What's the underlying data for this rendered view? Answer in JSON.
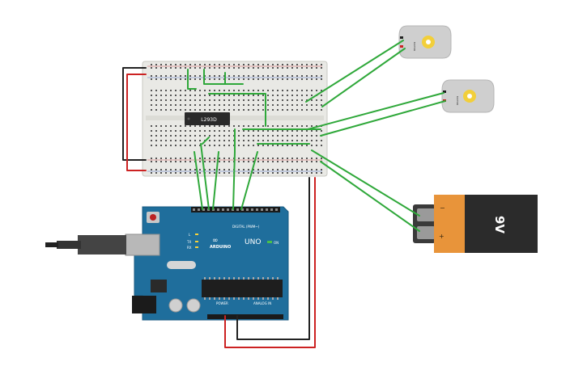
{
  "driver_chip": {
    "label": "L293D"
  },
  "battery": {
    "label": "9V",
    "neg_symbol": "−",
    "pos_symbol": "+"
  },
  "arduino": {
    "brand": "ARDUINO",
    "model": "UNO",
    "digital_header": "DIGITAL (PWM~)",
    "power_header": "POWER",
    "analog_header": "ANALOG IN",
    "led_on": "ON",
    "led_tx": "TX",
    "led_rx": "RX",
    "led_l": "L"
  },
  "motors": [
    {
      "label": "MOTOR"
    },
    {
      "label": "MOTOR"
    }
  ],
  "colors": {
    "wire_green": "#2fa83a",
    "wire_red": "#cc2222",
    "wire_black": "#222222",
    "arduino_board": "#1f6e9c",
    "breadboard": "#e9e9e5",
    "battery_body": "#2b2b2b",
    "battery_tab": "#e8943a"
  }
}
